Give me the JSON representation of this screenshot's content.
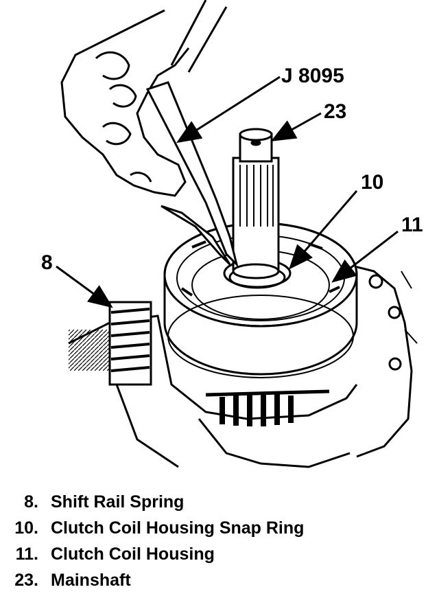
{
  "callouts": {
    "tool": "J 8095",
    "c23": "23",
    "c10": "10",
    "c11": "11",
    "c8": "8"
  },
  "legend": [
    {
      "num": "8.",
      "text": "Shift Rail Spring"
    },
    {
      "num": "10.",
      "text": "Clutch Coil Housing Snap Ring"
    },
    {
      "num": "11.",
      "text": "Clutch Coil Housing"
    },
    {
      "num": "23.",
      "text": "Mainshaft"
    }
  ]
}
